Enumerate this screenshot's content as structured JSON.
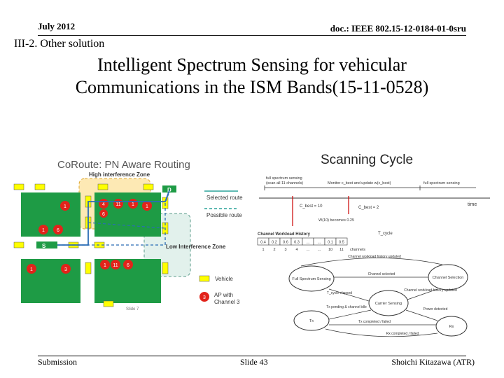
{
  "header": {
    "date": "July 2012",
    "doc_id": "doc.: IEEE 802.15-12-0184-01-0sru"
  },
  "section": "III-2. Other solution",
  "title": {
    "line1": "Intelligent Spectrum Sensing for vehicular",
    "line2": "Communications in the ISM Bands(15-11-0528)"
  },
  "left_figure": {
    "title": "CoRoute: PN Aware Routing",
    "high_zone": "High interference Zone",
    "low_zone": "Low Interference Zone",
    "dest": "D",
    "source": "S",
    "legend_selected": "Selected route",
    "legend_possible": "Possible route",
    "legend_vehicle": "Vehicle",
    "legend_ap1": "AP with",
    "legend_ap2": "Channel 3",
    "ap_legend_num": "3",
    "ap_labels": [
      "1",
      "4",
      "11",
      "1",
      "6",
      "1",
      "1",
      "6",
      "1",
      "3",
      "1",
      "11",
      "6"
    ],
    "caption": "Slide 7"
  },
  "right_figure": {
    "title": "Scanning Cycle",
    "full_sensing": "full spectrum sensing",
    "full_sensing2": "(scan all 11 channels)",
    "monitor": "Monitor c_best and update w(c_best)",
    "full_monitoring": "full spectrum sensing",
    "time": "time",
    "cbest1": "C_best = 10",
    "cbest2": "C_best = 2",
    "w_note": "W(10) becomes 0.25",
    "history_title": "Channel Workload History",
    "history_values": [
      "0.4",
      "0.2",
      "0.6",
      "0.3",
      "...",
      "...",
      "0.1",
      "0.5"
    ],
    "channel_nums": [
      "1",
      "2",
      "3",
      "4",
      "...",
      "...",
      "10",
      "11"
    ],
    "channels_label": "channels",
    "t_cycle": "T_cycle",
    "states": [
      "Full Spectrum Sensing",
      "Channel Selection",
      "Carrier Sensing",
      "Tx",
      "Rx"
    ],
    "transitions": [
      "Channel workload history updated",
      "Channel selected",
      "Channel workload history updated",
      "T_cycle elapsed",
      "Tx pending & channel idle",
      "Power detected",
      "Tx completed / failed",
      "Rx completed / failed"
    ]
  },
  "footer": {
    "left": "Submission",
    "center": "Slide 43",
    "right": "Shoichi Kitazawa (ATR)"
  }
}
